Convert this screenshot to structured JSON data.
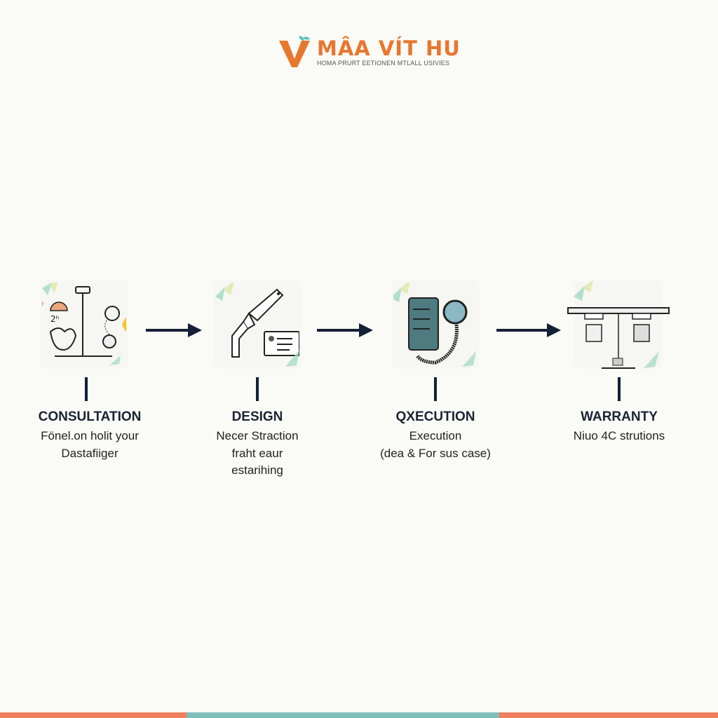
{
  "brand": {
    "name": "MÂA VÍT HU",
    "tagline": "HOMA PRURT EETIONEN MTLALL USIVIES",
    "accent_color": "#e8772e",
    "leaf_color": "#5cc0b5"
  },
  "steps": [
    {
      "title": "CONSULTATION",
      "desc": [
        "Fönel.on holit your",
        "Dastafiiger"
      ],
      "icon": "consultation-icon"
    },
    {
      "title": "DESIGN",
      "desc": [
        "Necer Straction",
        "fraht eaur",
        "estarihing"
      ],
      "icon": "design-icon"
    },
    {
      "title": "QXECUTION",
      "desc": [
        "Execution",
        "(dea & For sus case)"
      ],
      "icon": "execution-icon"
    },
    {
      "title": "WARRANTY",
      "desc": [
        "Niuo 4C strutions"
      ],
      "icon": "warranty-icon"
    }
  ],
  "colors": {
    "dark": "#142036",
    "orange_bar": "#ef8060",
    "teal_bar": "#7fbfb9"
  }
}
